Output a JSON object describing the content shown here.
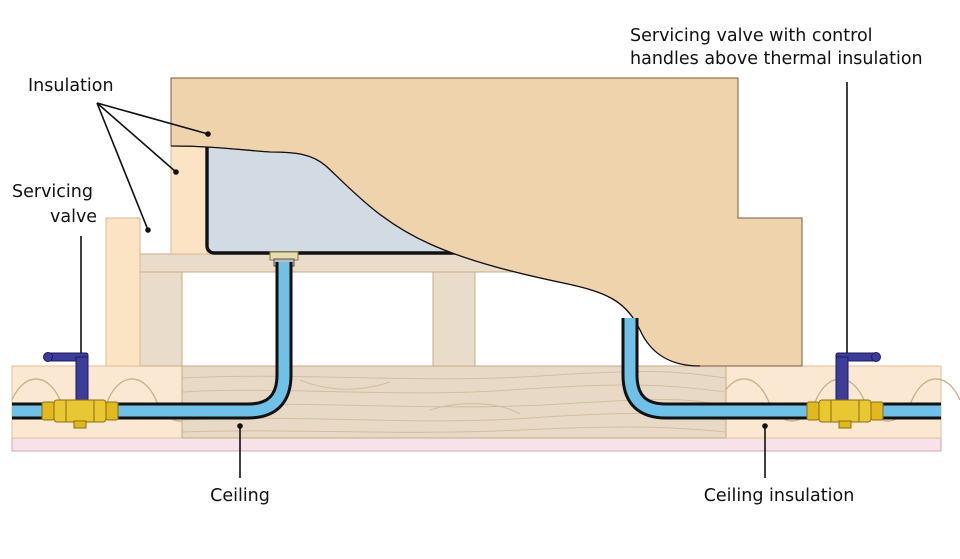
{
  "labels": {
    "insulation": "Insulation",
    "servicing_valve_left": [
      "Servicing",
      "valve"
    ],
    "servicing_valve_right": [
      "Servicing valve with control",
      "handles above thermal insulation"
    ],
    "ceiling": "Ceiling",
    "ceiling_insulation": "Ceiling insulation"
  },
  "colors": {
    "loft_insulation": "#efd3ad",
    "insulation_light": "#fbe4c3",
    "cistern": "#d2dbe3",
    "timber": "#e6d7c4",
    "pipe": "#6fc1e8",
    "brass": "#e1b91e",
    "valve_handle": "#3c3c9a",
    "ceiling_board": "#f6e2e8"
  },
  "icons": [
    "left-servicing-valve-icon",
    "right-servicing-valve-icon"
  ]
}
